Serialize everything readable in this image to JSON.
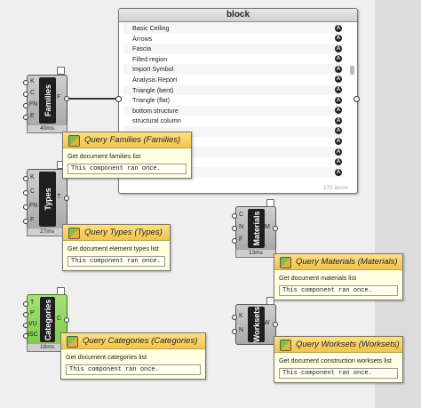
{
  "panel": {
    "title": "block",
    "items": [
      "Basic Ceiling",
      "Arrows",
      "Fascia",
      "Filled region",
      "Import Symbol",
      "Analysis Report",
      "Triangle (bent)",
      "Triangle (flat)",
      "bottom structure",
      "structural column",
      "",
      "",
      "",
      "",
      ""
    ],
    "footer": "170 items",
    "item_icon_label": "A"
  },
  "components": {
    "families": {
      "name": "Families",
      "inputs": [
        "K",
        "C",
        "FN",
        "E"
      ],
      "output": "F",
      "time": "40ms"
    },
    "types": {
      "name": "Types",
      "inputs": [
        "K",
        "C",
        "FN",
        "F"
      ],
      "output": "T",
      "time": "27ms"
    },
    "materials": {
      "name": "Materials",
      "inputs": [
        "C",
        "N",
        "F"
      ],
      "output": "M",
      "time": "13ms"
    },
    "categories": {
      "name": "Categories",
      "inputs": [
        "T",
        "P",
        "VU",
        "ISC"
      ],
      "output": "C",
      "time": "18ms"
    },
    "worksets": {
      "name": "Worksets",
      "inputs": [
        "K",
        "N"
      ],
      "output": "W",
      "time": ""
    }
  },
  "tooltips": {
    "families": {
      "title": "Query Families (Families)",
      "desc": "Get document families list",
      "msg": "This component ran once."
    },
    "types": {
      "title": "Query Types (Types)",
      "desc": "Get document element types list",
      "msg": "This component ran once."
    },
    "materials": {
      "title": "Query Materials (Materials)",
      "desc": "Get document materials list",
      "msg": "This component ran once."
    },
    "categories": {
      "title": "Query Categories (Categories)",
      "desc": "Get document categories list",
      "msg": "This component ran once."
    },
    "worksets": {
      "title": "Query Worksets (Worksets)",
      "desc": "Get document construction worksets list",
      "msg": "This component ran once."
    }
  }
}
